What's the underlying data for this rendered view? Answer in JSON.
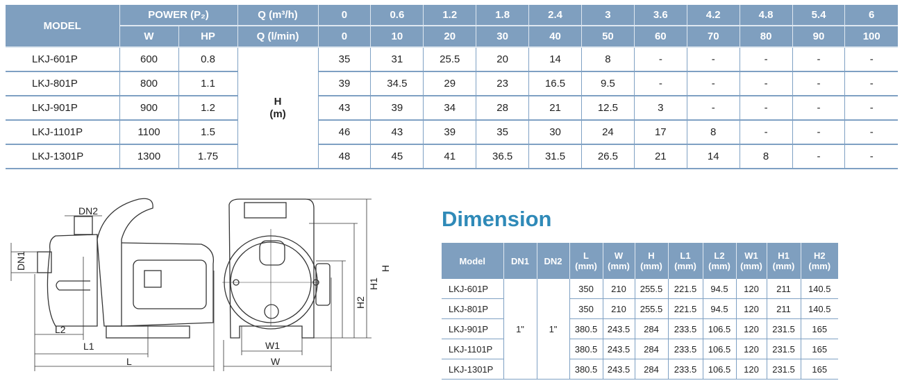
{
  "performance": {
    "h_model": "MODEL",
    "h_power": "POWER (P₂)",
    "h_w": "W",
    "h_hp": "HP",
    "h_q_m3": "Q (m³/h)",
    "h_q_l": "Q (l/min)",
    "h_label": "H",
    "h_unit": "(m)",
    "q_m3": [
      "0",
      "0.6",
      "1.2",
      "1.8",
      "2.4",
      "3",
      "3.6",
      "4.2",
      "4.8",
      "5.4",
      "6"
    ],
    "q_l": [
      "0",
      "10",
      "20",
      "30",
      "40",
      "50",
      "60",
      "70",
      "80",
      "90",
      "100"
    ],
    "rows": [
      {
        "model": "LKJ-601P",
        "w": "600",
        "hp": "0.8",
        "h": [
          "35",
          "31",
          "25.5",
          "20",
          "14",
          "8",
          "-",
          "-",
          "-",
          "-",
          "-"
        ]
      },
      {
        "model": "LKJ-801P",
        "w": "800",
        "hp": "1.1",
        "h": [
          "39",
          "34.5",
          "29",
          "23",
          "16.5",
          "9.5",
          "-",
          "-",
          "-",
          "-",
          "-"
        ]
      },
      {
        "model": "LKJ-901P",
        "w": "900",
        "hp": "1.2",
        "h": [
          "43",
          "39",
          "34",
          "28",
          "21",
          "12.5",
          "3",
          "-",
          "-",
          "-",
          "-"
        ]
      },
      {
        "model": "LKJ-1101P",
        "w": "1100",
        "hp": "1.5",
        "h": [
          "46",
          "43",
          "39",
          "35",
          "30",
          "24",
          "17",
          "8",
          "-",
          "-",
          "-"
        ]
      },
      {
        "model": "LKJ-1301P",
        "w": "1300",
        "hp": "1.75",
        "h": [
          "48",
          "45",
          "41",
          "36.5",
          "31.5",
          "26.5",
          "21",
          "14",
          "8",
          "-",
          "-"
        ]
      }
    ]
  },
  "dimension": {
    "title": "Dimension",
    "headers": [
      "Model",
      "DN1",
      "DN2",
      "L",
      "W",
      "H",
      "L1",
      "L2",
      "W1",
      "H1",
      "H2"
    ],
    "unit": "(mm)",
    "dn1": "1\"",
    "dn2": "1\"",
    "rows": [
      {
        "model": "LKJ-601P",
        "v": [
          "350",
          "210",
          "255.5",
          "221.5",
          "94.5",
          "120",
          "211",
          "140.5"
        ]
      },
      {
        "model": "LKJ-801P",
        "v": [
          "350",
          "210",
          "255.5",
          "221.5",
          "94.5",
          "120",
          "211",
          "140.5"
        ]
      },
      {
        "model": "LKJ-901P",
        "v": [
          "380.5",
          "243.5",
          "284",
          "233.5",
          "106.5",
          "120",
          "231.5",
          "165"
        ]
      },
      {
        "model": "LKJ-1101P",
        "v": [
          "380.5",
          "243.5",
          "284",
          "233.5",
          "106.5",
          "120",
          "231.5",
          "165"
        ]
      },
      {
        "model": "LKJ-1301P",
        "v": [
          "380.5",
          "243.5",
          "284",
          "233.5",
          "106.5",
          "120",
          "231.5",
          "165"
        ]
      }
    ]
  },
  "drawing": {
    "dn2": "DN2",
    "dn1": "DN1",
    "l2": "L2",
    "l1": "L1",
    "l": "L",
    "w1": "W1",
    "w": "W",
    "h2": "H2",
    "h1": "H1",
    "h": "H"
  }
}
